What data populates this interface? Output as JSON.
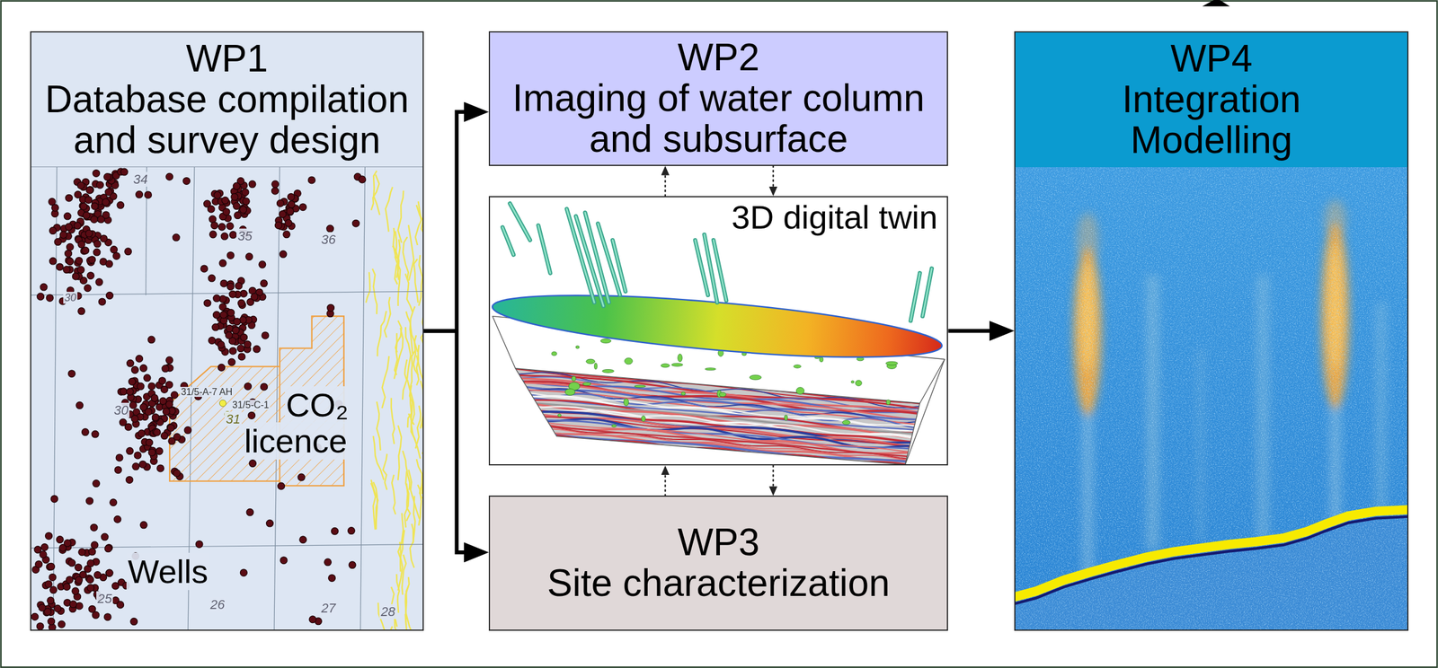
{
  "diagram": {
    "nodes": [
      {
        "text": [
          "WP1",
          "Database compilation and survey design"
        ]
      },
      {
        "text": [
          "WP2",
          "Imaging of water column and subsurface"
        ]
      },
      {
        "text": [
          "3D digital twin"
        ]
      },
      {
        "text": [
          "WP3",
          "Site characterization"
        ]
      },
      {
        "text": [
          "WP4",
          "Integration Modelling"
        ]
      }
    ],
    "edges": [
      {
        "from": 0,
        "to": 1,
        "arrow": "to"
      },
      {
        "from": 0,
        "to": 3,
        "arrow": "to"
      },
      {
        "from": 2,
        "to": 1,
        "arrow": "to"
      },
      {
        "from": 1,
        "to": 2,
        "arrow": "to"
      },
      {
        "from": 3,
        "to": 2,
        "arrow": "to"
      },
      {
        "from": 2,
        "to": 3,
        "arrow": "to"
      },
      {
        "from": 2,
        "to": 4,
        "arrow": "to"
      }
    ],
    "labels": [
      "34",
      "35",
      "36",
      "30",
      "30",
      "31",
      "31/5-A-7 AH",
      "31/5-C-1",
      "25",
      "26",
      "27",
      "28",
      "CO₂ licence",
      "Wells"
    ]
  }
}
